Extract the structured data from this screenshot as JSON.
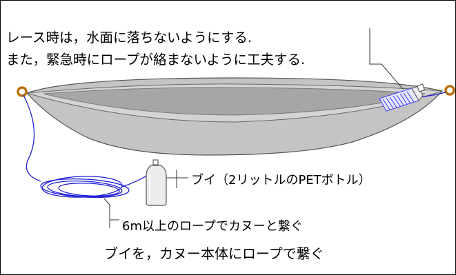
{
  "diagram": {
    "note_line1": "レース時は，水面に落ちないようにする.",
    "note_line2": "また，緊急時にロープが絡まないように工夫する.",
    "buoy_label": "ブイ（2リットルのPETボトル）",
    "rope_label": "6m以上のロープでカヌーと繋ぐ",
    "caption": "ブイを，カヌー本体にロープで繋ぐ"
  },
  "colors": {
    "hull_outer": "#c4c4c4",
    "hull_inner": "#a6a6a6",
    "rope": "#1f1fd6",
    "ring": "#b8700a",
    "bottle": "#3a3aff"
  }
}
